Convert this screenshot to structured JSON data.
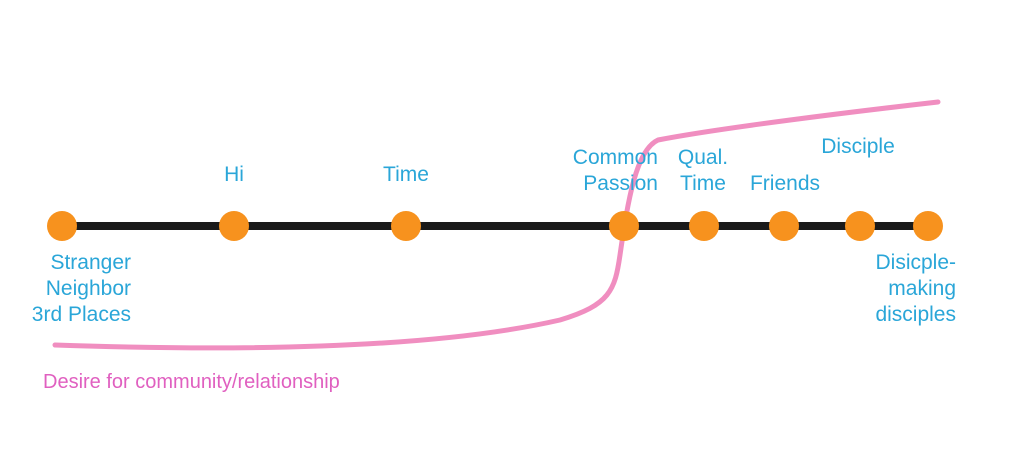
{
  "colors": {
    "timeline": "#1a1a1a",
    "node": "#f7921e",
    "label": "#2aa6d8",
    "curve": "#f08ec0",
    "caption": "#e060c0"
  },
  "stages": [
    {
      "id": "stranger",
      "lines": [
        "Stranger",
        "Neighbor",
        "3rd Places"
      ]
    },
    {
      "id": "hi",
      "lines": [
        "Hi"
      ]
    },
    {
      "id": "time",
      "lines": [
        "Time"
      ]
    },
    {
      "id": "common-passion",
      "lines": [
        "Common",
        "Passion"
      ]
    },
    {
      "id": "qual-time",
      "lines": [
        "Qual.",
        "Time"
      ]
    },
    {
      "id": "friends",
      "lines": [
        "Friends"
      ]
    },
    {
      "id": "disciple",
      "lines": [
        "Disciple"
      ]
    },
    {
      "id": "disciple-making",
      "lines": [
        "Disicple-",
        "making",
        "disciples"
      ]
    }
  ],
  "curve_caption": "Desire for community/relationship"
}
